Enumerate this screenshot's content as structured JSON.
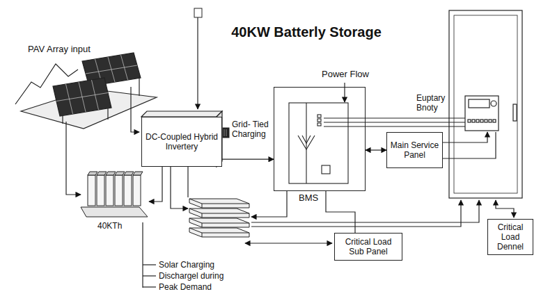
{
  "diagram": {
    "title": "40KW Batterly Storage",
    "nodes": [
      {
        "text": [
          "DC-Coupled Hybrid Invertery"
        ]
      },
      {
        "text": [
          "BMS"
        ]
      },
      {
        "text": [
          "Main Service Panel"
        ]
      },
      {
        "text": [
          "Critical Load Sub Panel"
        ]
      },
      {
        "text": [
          "Critical Load Dennel"
        ]
      }
    ],
    "edges": [
      {
        "from": 0,
        "to": 1,
        "arrow": "to"
      },
      {
        "from": 1,
        "to": 2,
        "arrow": "both"
      },
      {
        "from": 1,
        "to": 3,
        "arrow": "none"
      }
    ],
    "labels": [
      "PAV Array input",
      "Grid- Tied Charging",
      "Power Flow",
      "Euptary Bnoty",
      "40KTh",
      "Solar Charging",
      "Dischargel during",
      "Peak Demand"
    ]
  }
}
